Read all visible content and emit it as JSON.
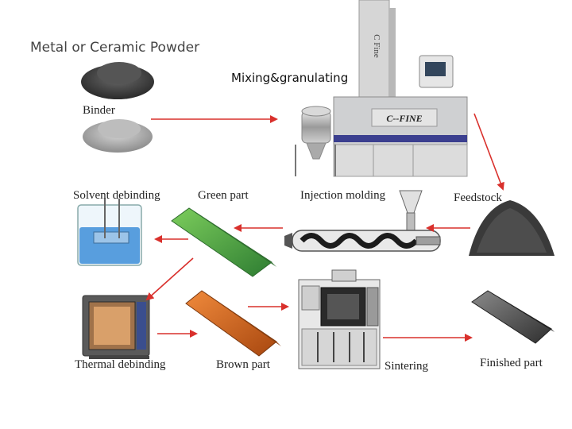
{
  "title": "Metal or Ceramic Powder",
  "labels": {
    "binder": "Binder",
    "mixing": "Mixing&granulating",
    "feedstock": "Feedstock",
    "injection": "Injection molding",
    "green": "Green part",
    "solvent": "Solvent debinding",
    "thermal": "Thermal debinding",
    "brown": "Brown part",
    "sintering": "Sintering",
    "finished": "Finished part"
  },
  "machine": {
    "brand": "C--FINE",
    "column_text": "C Fine"
  },
  "colors": {
    "arrow": "#d9302c",
    "green_part": "#4caf50",
    "brown_part": "#d2691e",
    "machine_body": "#cfd0d2",
    "machine_stripe": "#3b3f8f"
  }
}
